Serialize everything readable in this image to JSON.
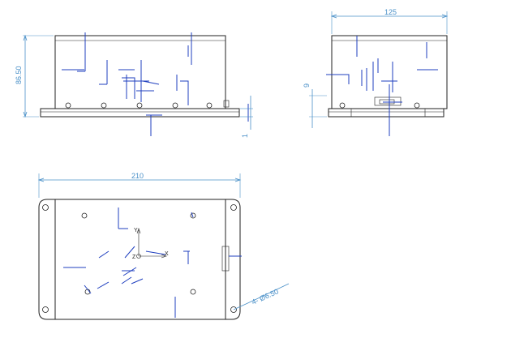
{
  "dimensions": {
    "front_height": "86.50",
    "front_foot": "1",
    "side_width": "125",
    "side_offset": "9",
    "top_width": "210",
    "hole_note": "4- Ø6.50"
  },
  "axes": {
    "x": "X",
    "y": "Y",
    "z": "Z"
  },
  "colors": {
    "dimension": "#4a90c8",
    "outline": "#222222",
    "markers": "#1f3fbf"
  }
}
